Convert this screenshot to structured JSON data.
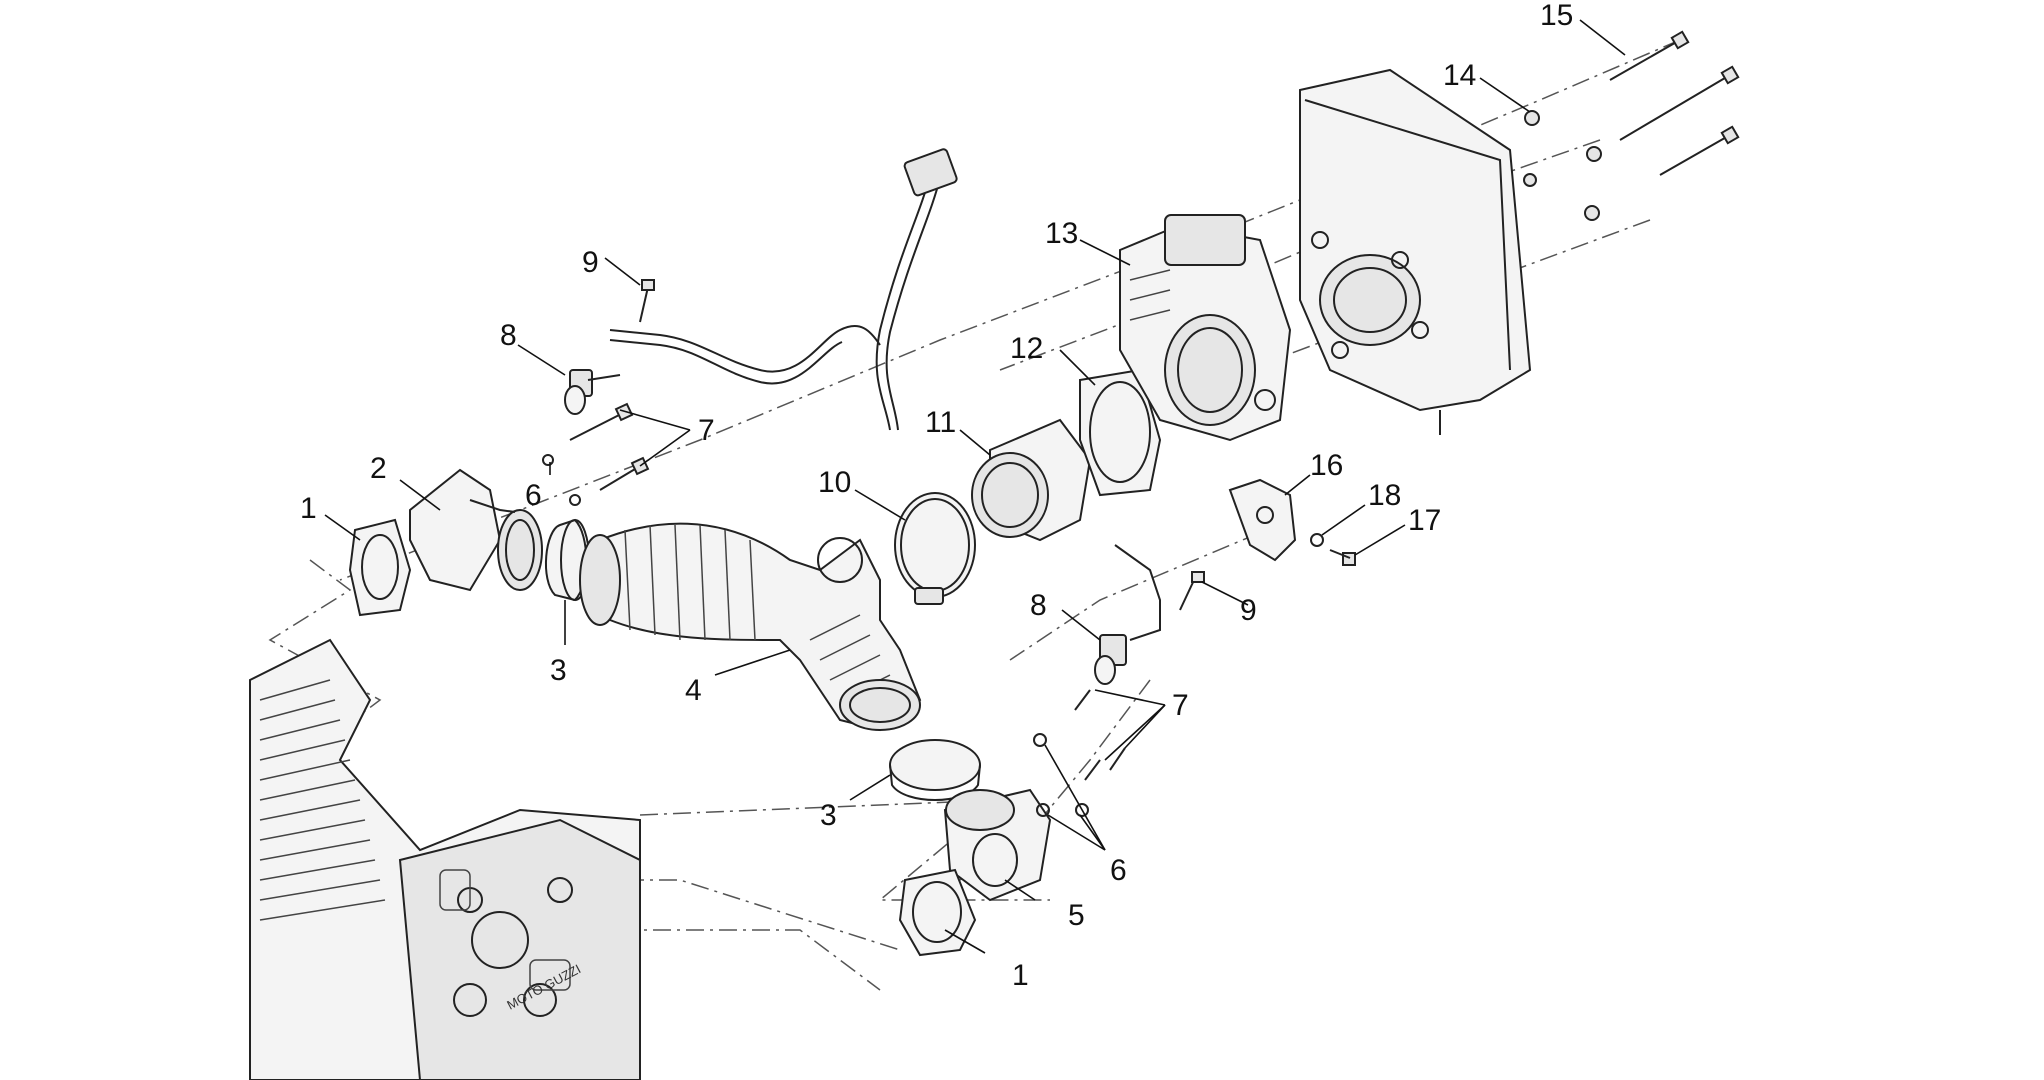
{
  "diagram": {
    "callouts": [
      {
        "id": "c1a",
        "text": "1"
      },
      {
        "id": "c1b",
        "text": "1"
      },
      {
        "id": "c2",
        "text": "2"
      },
      {
        "id": "c3a",
        "text": "3"
      },
      {
        "id": "c3b",
        "text": "3"
      },
      {
        "id": "c4",
        "text": "4"
      },
      {
        "id": "c5",
        "text": "5"
      },
      {
        "id": "c6a",
        "text": "6"
      },
      {
        "id": "c6b",
        "text": "6"
      },
      {
        "id": "c7a",
        "text": "7"
      },
      {
        "id": "c7b",
        "text": "7"
      },
      {
        "id": "c8a",
        "text": "8"
      },
      {
        "id": "c8b",
        "text": "8"
      },
      {
        "id": "c9a",
        "text": "9"
      },
      {
        "id": "c9b",
        "text": "9"
      },
      {
        "id": "c10",
        "text": "10"
      },
      {
        "id": "c11",
        "text": "11"
      },
      {
        "id": "c12",
        "text": "12"
      },
      {
        "id": "c13",
        "text": "13"
      },
      {
        "id": "c14",
        "text": "14"
      },
      {
        "id": "c15",
        "text": "15"
      },
      {
        "id": "c16",
        "text": "16"
      },
      {
        "id": "c17",
        "text": "17"
      },
      {
        "id": "c18",
        "text": "18"
      }
    ],
    "engine_logo": "MOTO GUZZI"
  }
}
